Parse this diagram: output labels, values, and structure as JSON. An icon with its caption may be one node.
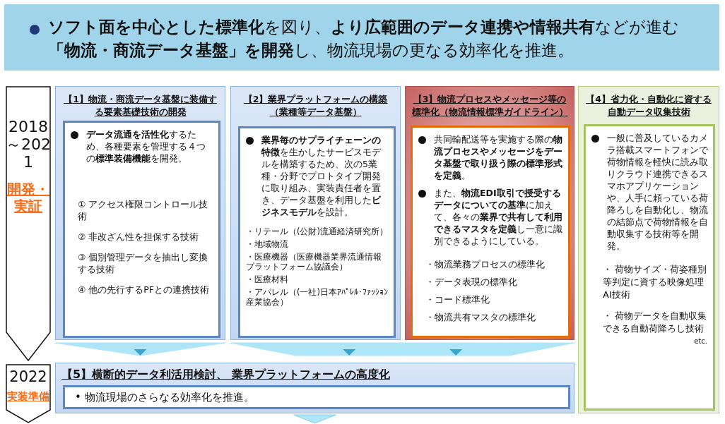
{
  "diagram": {
    "title": "**ソフト面を中心とした標準化**を図り、**より広範囲のデータ連携や情報共有**などが進む**「物流・商流データ基盤」を開発**し、物流現場の更なる効率化を推進。",
    "nodes": [
      {
        "text": [
          "2018～2021",
          "開発・実証"
        ]
      },
      {
        "text": [
          "2022",
          "実装準備"
        ]
      },
      {
        "text": [
          "【1】物流・商流データ基盤に装備する要素基礎技術の開発"
        ]
      },
      {
        "text": [
          "**データ流通を活性化**するため、各種要素を管理する４つの**標準装備機能**を開発。",
          "① アクセス権限コントロール技術",
          "② 非改ざん性を担保する技術",
          "③ 個別管理データを抽出し変換する技術",
          "④ 他の先行するPFとの連携技術"
        ],
        "in": 2
      },
      {
        "text": [
          "【2】業界プラットフォームの構築（業種等データ基盤）"
        ]
      },
      {
        "text": [
          "**業界毎のサプライチェーンの特徴**を生かしたサービスモデルを構築するため、次の5業種・分野でプロトタイプ開発に取り組み、実装責任者を置き、データ基盤を利用した**ビジネスモデル**を設計。",
          "・リテール（(公財)流通経済研究所）",
          "・地域物流",
          "・医療機器（医療機器業界流通情報プラットフォーム協議会）",
          "・医療材料",
          "・アパレル（(一社)日本ｱﾊﾟﾚﾙ･ﾌｧｯｼｮﾝ産業協会）"
        ],
        "in": 4
      },
      {
        "text": [
          "【3】物流プロセスやメッセージ等の標準化（物流情報標準ガイドライン）"
        ]
      },
      {
        "text": [
          "共同輸配送等を実施する際の**物流プロセスやメッセージをデータ基盤で取り扱う際の標準形式を定義**。",
          "また、**物流EDI取引で授受するデータについての基準**に加えて、各々の**業界で共有して利用できるマスタを定義**し一意に識別できるようにしている。",
          "・物流業務プロセスの標準化",
          "・データ表現の標準化",
          "・コード標準化",
          "・物流共有マスタの標準化"
        ],
        "in": 6
      },
      {
        "text": [
          "【4】省力化・自動化に資する自動データ収集技術"
        ]
      },
      {
        "text": [
          "一般に普及しているカメラ搭載スマートフォンで荷物情報を軽快に読み取りクラウド連携できるスマホアプリケーションや、人手に頼っている荷降ろしを自動化し、物流の結節点で荷物情報を自動収集する技術等を開発。",
          "・ 荷物サイズ・荷姿種別等判定に資する映像処理AI技術",
          "・ 荷物データを自動収集できる自動荷降ろし技術",
          "etc."
        ],
        "in": 8
      },
      {
        "text": [
          "【5】横断的データ利活用検討、 業界プラットフォームの高度化"
        ]
      },
      {
        "text": [
          "• 物流現場のさらなる効率化を推進。"
        ],
        "in": 10
      }
    ],
    "edges": [
      {
        "from": 2,
        "to": 10,
        "arrow": "to"
      },
      {
        "from": 4,
        "to": 10,
        "arrow": "to"
      },
      {
        "from": 6,
        "to": 10,
        "arrow": "to"
      }
    ]
  }
}
